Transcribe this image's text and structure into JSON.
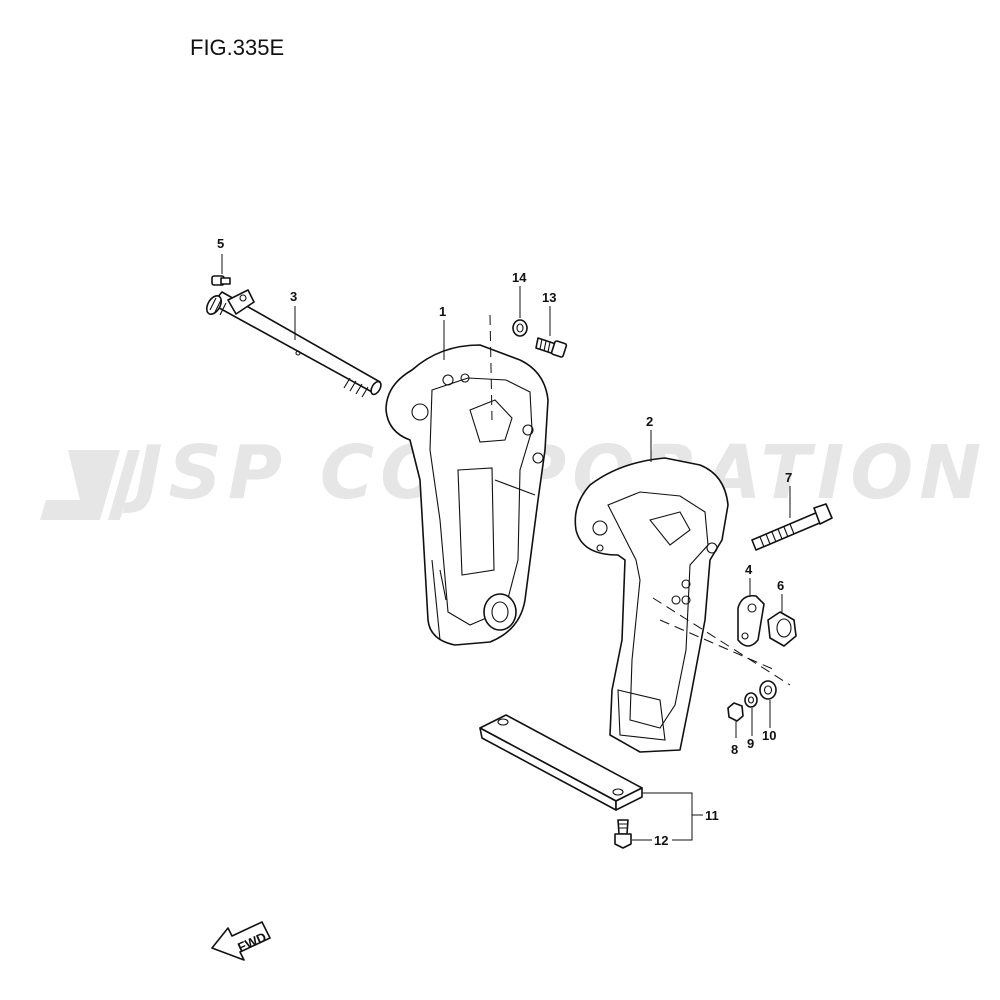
{
  "figure": {
    "title": "FIG.335E"
  },
  "watermark": {
    "text": "JSP CORPORATION"
  },
  "fwd_arrow": {
    "label": "FWD"
  },
  "callouts": [
    {
      "id": "c5",
      "label": "5"
    },
    {
      "id": "c3",
      "label": "3"
    },
    {
      "id": "c14",
      "label": "14"
    },
    {
      "id": "c13",
      "label": "13"
    },
    {
      "id": "c1",
      "label": "1"
    },
    {
      "id": "c2",
      "label": "2"
    },
    {
      "id": "c7",
      "label": "7"
    },
    {
      "id": "c4",
      "label": "4"
    },
    {
      "id": "c6",
      "label": "6"
    },
    {
      "id": "c8",
      "label": "8"
    },
    {
      "id": "c9",
      "label": "9"
    },
    {
      "id": "c10",
      "label": "10"
    },
    {
      "id": "c11",
      "label": "11"
    },
    {
      "id": "c12",
      "label": "12"
    }
  ],
  "colors": {
    "line": "#111111",
    "watermark": "#e6e6e6",
    "background": "#ffffff"
  }
}
